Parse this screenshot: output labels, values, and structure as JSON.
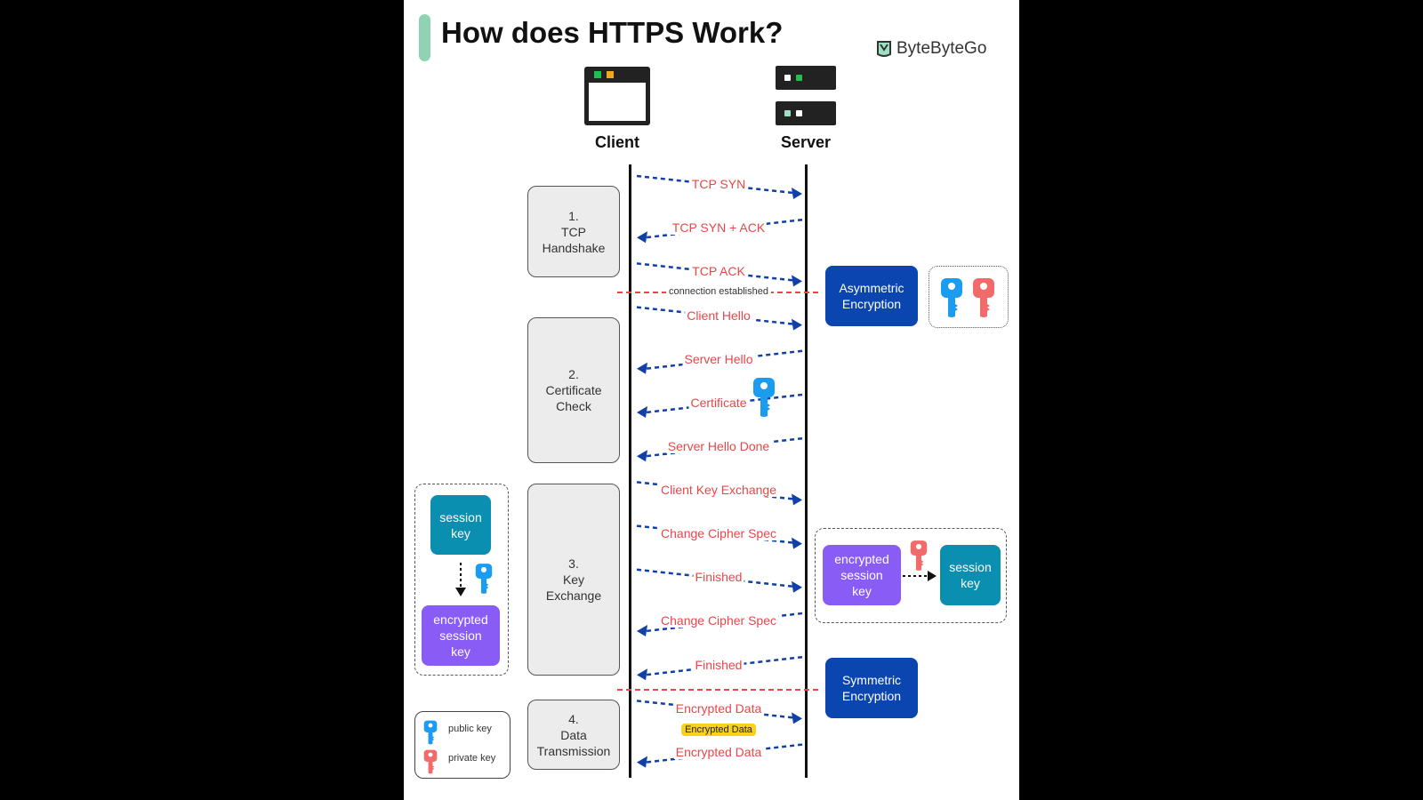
{
  "header": {
    "title": "How does HTTPS Work?",
    "brand": "ByteByteGo"
  },
  "actors": {
    "client": "Client",
    "server": "Server"
  },
  "phases": [
    {
      "id": "tcp-handshake",
      "label": "1.\nTCP\nHandshake"
    },
    {
      "id": "certificate-check",
      "label": "2.\nCertificate\nCheck"
    },
    {
      "id": "key-exchange",
      "label": "3.\nKey\nExchange"
    },
    {
      "id": "data-transmission",
      "label": "4.\nData\nTransmission"
    }
  ],
  "messages": [
    {
      "label": "TCP SYN",
      "direction": "client-to-server"
    },
    {
      "label": "TCP SYN + ACK",
      "direction": "server-to-client"
    },
    {
      "label": "TCP  ACK",
      "direction": "client-to-server"
    },
    {
      "label": "Client Hello",
      "direction": "client-to-server"
    },
    {
      "label": "Server Hello",
      "direction": "server-to-client"
    },
    {
      "label": "Certificate",
      "direction": "server-to-client"
    },
    {
      "label": "Server Hello Done",
      "direction": "server-to-client"
    },
    {
      "label": "Client Key Exchange",
      "direction": "client-to-server"
    },
    {
      "label": "Change Cipher Spec",
      "direction": "client-to-server"
    },
    {
      "label": "Finished",
      "direction": "client-to-server"
    },
    {
      "label": "Change Cipher Spec",
      "direction": "server-to-client"
    },
    {
      "label": "Finished",
      "direction": "server-to-client"
    },
    {
      "label": "Encrypted Data",
      "direction": "client-to-server"
    },
    {
      "label": "Encrypted Data",
      "direction": "server-to-client"
    }
  ],
  "separators": {
    "connection_established": "connection established",
    "encrypted_data_badge": "Encrypted Data"
  },
  "side_boxes": {
    "asymmetric": "Asymmetric\nEncryption",
    "symmetric": "Symmetric\nEncryption",
    "client_session_key": "session\nkey",
    "client_encrypted_session_key": "encrypted\nsession\nkey",
    "server_encrypted_session_key": "encrypted\nsession\nkey",
    "server_session_key": "session\nkey"
  },
  "legend": {
    "public_key": "public key",
    "private_key": "private key"
  },
  "colors": {
    "public_key": "#1a9cf0",
    "private_key": "#f26b6b",
    "arrow": "#1040a8",
    "message_text": "#e8474a",
    "separator": "#e8474a",
    "title_accent": "#8fd3b4"
  }
}
